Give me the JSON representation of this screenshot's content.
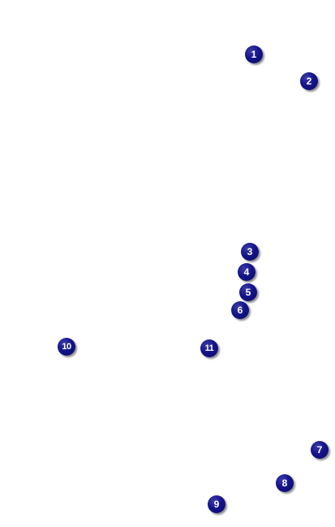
{
  "markers": [
    {
      "label": "1"
    },
    {
      "label": "2"
    },
    {
      "label": "3"
    },
    {
      "label": "4"
    },
    {
      "label": "5"
    },
    {
      "label": "6"
    },
    {
      "label": "7"
    },
    {
      "label": "8"
    },
    {
      "label": "9"
    },
    {
      "label": "10"
    },
    {
      "label": "11"
    }
  ],
  "colors": {
    "background": "#ffffff",
    "marker_fill": "#14148a",
    "marker_text": "#ffffff"
  }
}
